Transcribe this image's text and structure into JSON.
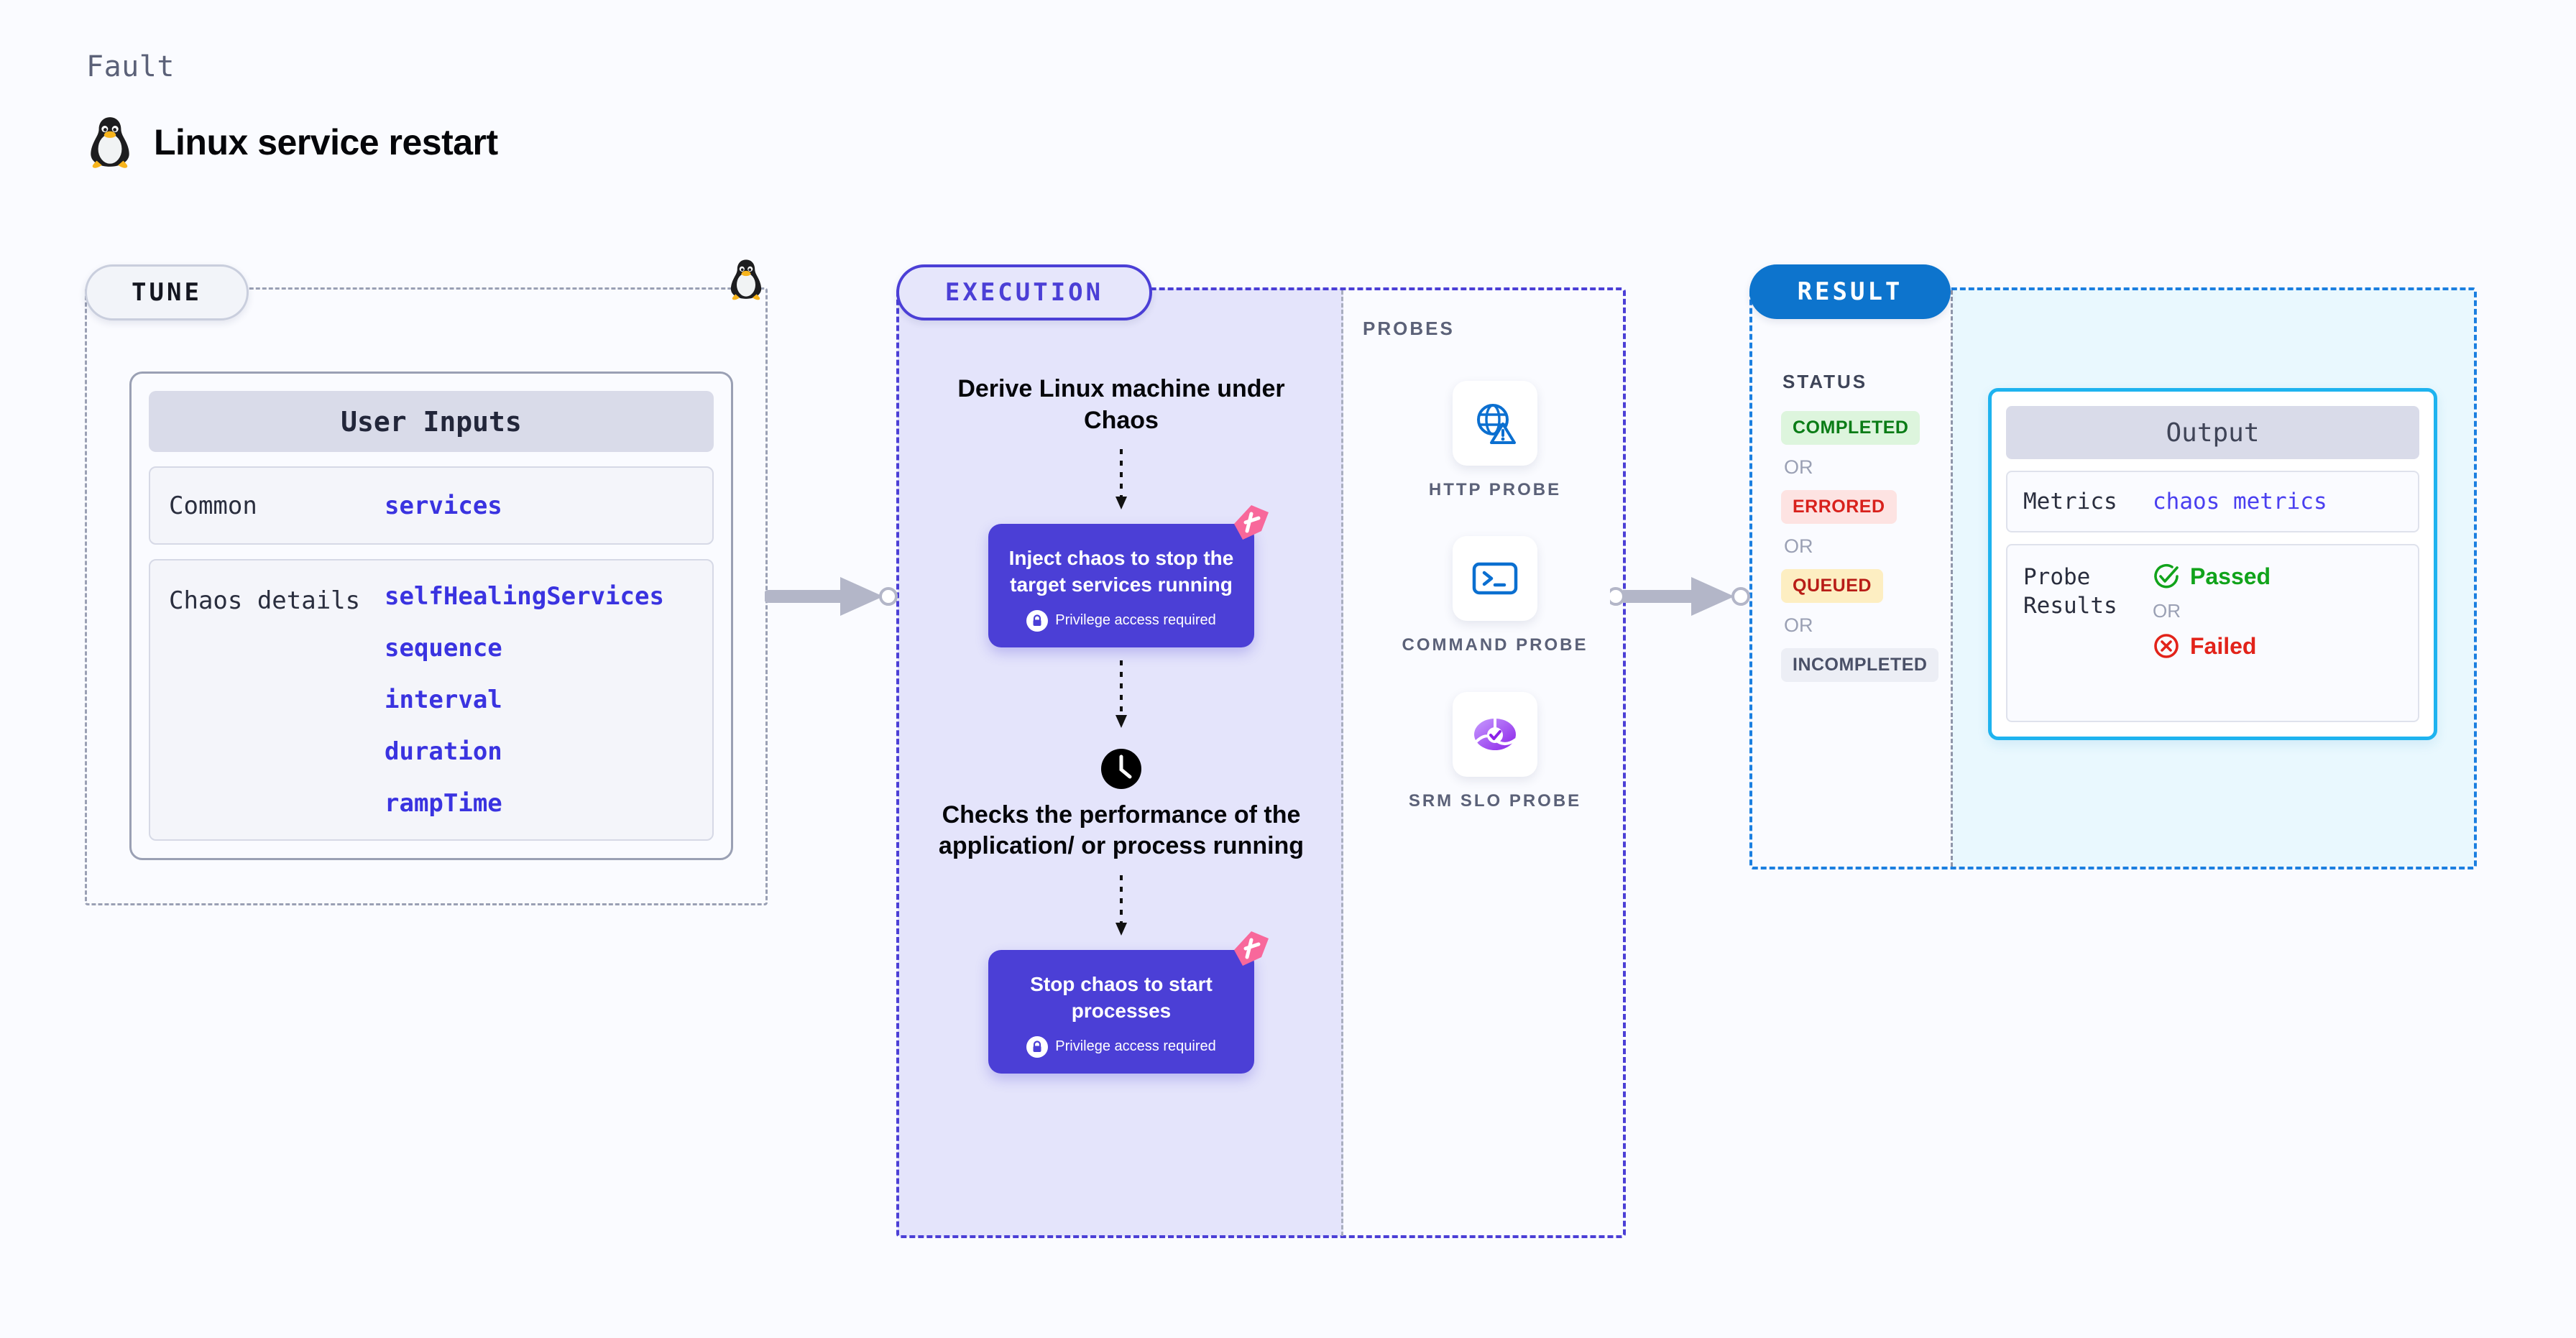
{
  "header": {
    "kicker": "Fault",
    "title": "Linux service restart",
    "icon": "tux-penguin-icon"
  },
  "tune": {
    "pill_label": "TUNE",
    "corner_icon": "tux-penguin-icon",
    "card": {
      "heading": "User Inputs",
      "rows": [
        {
          "label": "Common",
          "values": [
            "services"
          ]
        },
        {
          "label": "Chaos details",
          "values": [
            "selfHealingServices",
            "sequence",
            "interval",
            "duration",
            "rampTime"
          ]
        }
      ]
    }
  },
  "execution": {
    "pill_label": "EXECUTION",
    "steps": {
      "derive": "Derive Linux machine under Chaos",
      "inject_title": "Inject chaos to stop the target services running",
      "inject_note": "Privilege access required",
      "checks": "Checks the performance of the application/ or process running",
      "stop_title": "Stop chaos to start processes",
      "stop_note": "Privilege access required"
    },
    "probes": {
      "title": "PROBES",
      "items": [
        {
          "label": "HTTP PROBE",
          "icon": "globe-warning-icon"
        },
        {
          "label": "COMMAND PROBE",
          "icon": "terminal-icon"
        },
        {
          "label": "SRM SLO PROBE",
          "icon": "slo-gauge-icon"
        }
      ]
    }
  },
  "result": {
    "pill_label": "RESULT",
    "status_title": "STATUS",
    "statuses": [
      "COMPLETED",
      "ERRORED",
      "QUEUED",
      "INCOMPLETED"
    ],
    "or_label": "OR",
    "output": {
      "heading": "Output",
      "metrics_label": "Metrics",
      "metrics_value": "chaos metrics",
      "probe_label": "Probe Results",
      "passed_label": "Passed",
      "failed_label": "Failed",
      "or_label": "OR"
    }
  },
  "colors": {
    "background": "#fafbff",
    "execution_accent": "#4b3fd6",
    "result_accent": "#0d74cd",
    "output_border": "#1eb3ef",
    "param_text": "#3a33e0",
    "passed": "#11a31b",
    "failed": "#e2231a",
    "harness_mark": "#f8689b"
  }
}
